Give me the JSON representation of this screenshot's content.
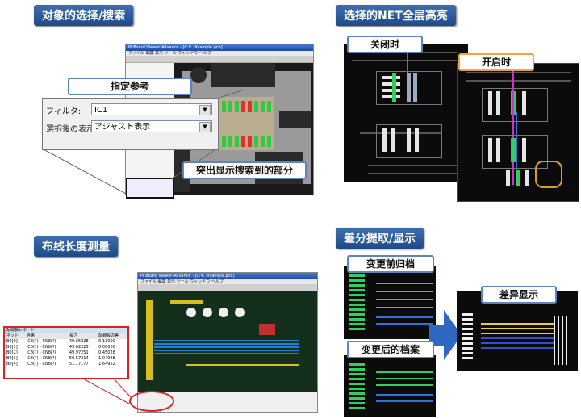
{
  "sections": {
    "object_select": {
      "title": "对象的选择/搜索"
    },
    "net_highlight": {
      "title": "选择的NET全层高亮"
    },
    "length_measure": {
      "title": "布线长度测量"
    },
    "diff_extract": {
      "title": "差分提取/显示"
    }
  },
  "callouts": {
    "specify_reference": "指定参考",
    "highlight_results": "突出显示搜索到的部分",
    "off": "关闭时",
    "on": "开启时",
    "before_archive": "变更前归档",
    "after_archive": "变更后的档案",
    "diff_display": "差异显示"
  },
  "search_form": {
    "filter_label": "フィルタ:",
    "filter_value": "IC1",
    "after_select_label": "選択後の表示:",
    "after_select_value": "アジャスト表示"
  },
  "app_window": {
    "title": "PI Board Viewer  Advance  - [C:¥...¥sample.pcb]",
    "menu": "ファイル  編集  表示  ツール  ウィンドウ  ヘルプ"
  },
  "length_report": {
    "title": "配線長レポート",
    "headers": [
      "ネット",
      "経路",
      "長さ",
      "配線長の差"
    ],
    "rows": [
      [
        "B0[0]",
        "IC8(?) - CN8(?)",
        "49.65828",
        "0.13000"
      ],
      [
        "B0[1]",
        "IC8(?) - CN8(?)",
        "49.62225",
        "0.00000"
      ],
      [
        "B0[2]",
        "IC8(?) - CN8(?)",
        "49.97251",
        "0.45028"
      ],
      [
        "B0[3]",
        "IC8(?) - CN8(?)",
        "50.57214",
        "1.04988"
      ],
      [
        "B0[4]",
        "IC8(?) - CN8(?)",
        "51.17177",
        "1.64952"
      ]
    ]
  },
  "colors": {
    "title_blue": "#2a5597",
    "callout_blue": "#5b84c4",
    "callout_orange": "#f2a33b",
    "pcb_bg": "#0b0b0b",
    "pad_green": "#2ecc40",
    "highlight_red": "#e03030",
    "report_red_outline": "#e02020",
    "arrow_blue": "#2f68c0"
  }
}
